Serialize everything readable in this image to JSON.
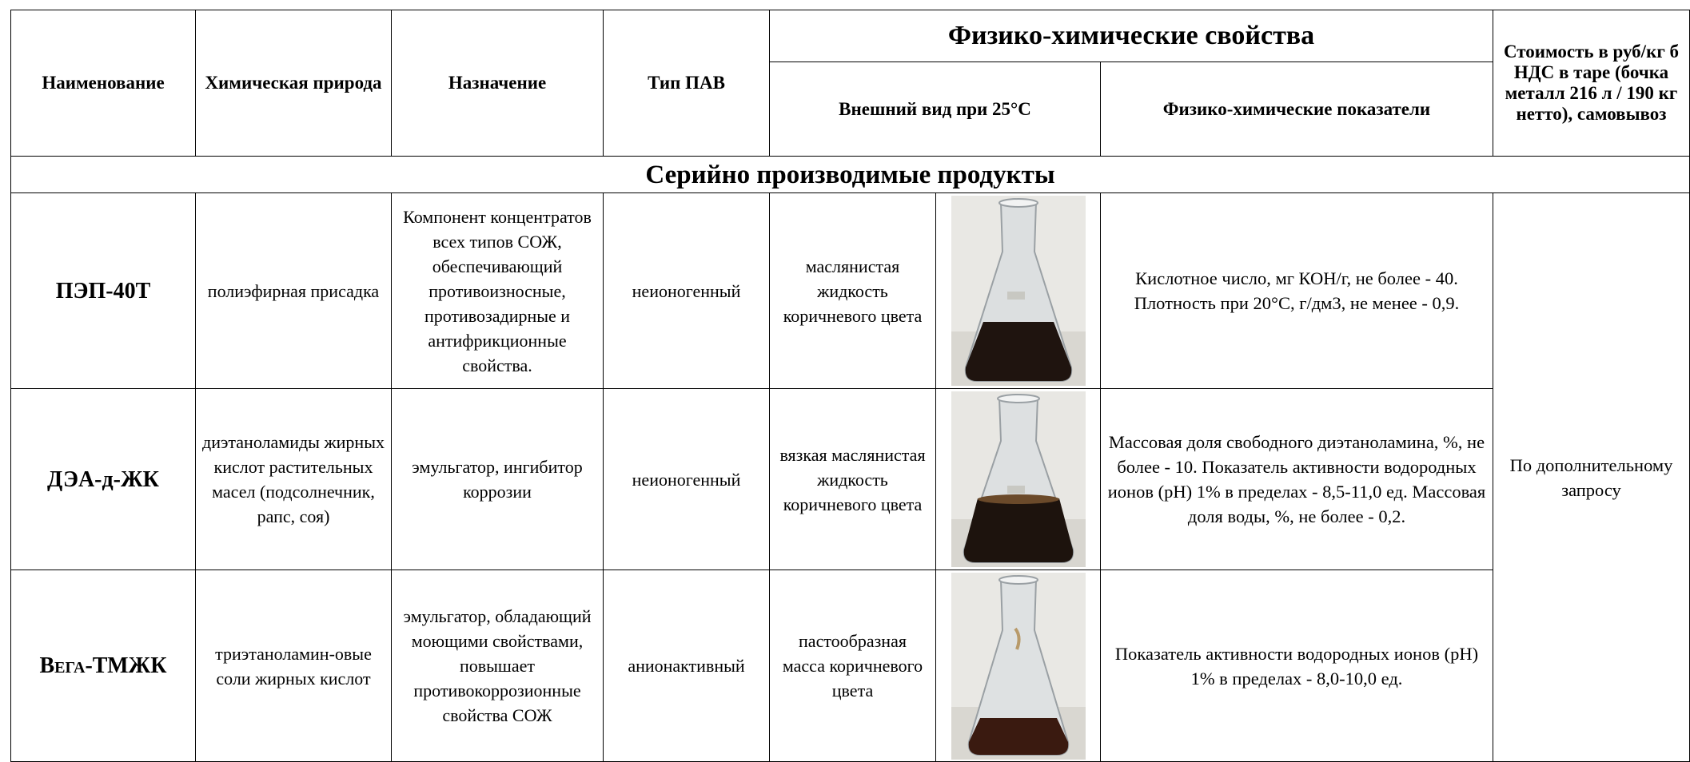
{
  "header": {
    "name": "Наименование",
    "chem": "Химическая природа",
    "purpose": "Назначение",
    "type": "Тип ПАВ",
    "phys_group": "Физико-химические свойства",
    "appearance": "Внешний вид при 25°С",
    "indicators": "Физико-химические показатели",
    "price": "Стоимость в руб/кг б НДС в таре (бочка металл 216 л / 190 кг нетто), самовывоз"
  },
  "section_title": "Серийно производимые продукты",
  "price_value": "По дополнительному запросу",
  "rows": [
    {
      "name": "ПЭП-40Т",
      "chem": "полиэфирная присадка",
      "purpose": "Компонент концентратов всех типов СОЖ, обеспечивающий противоизносные, противозадирные и антифрикционные свойства.",
      "type": "неионогенный",
      "appearance": "маслянистая жидкость коричневого цвета",
      "indicators": "Кислотное число, мг КОН/г, не более - 40. Плотность при 20°С, г/дм3, не менее - 0,9."
    },
    {
      "name": "ДЭА-д-ЖК",
      "chem": "диэтаноламиды жирных кислот растительных масел (подсолнечник, рапс, соя)",
      "purpose": "эмульгатор, ингибитор коррозии",
      "type": "неионогенный",
      "appearance": "вязкая маслянистая жидкость коричневого цвета",
      "indicators": "Массовая доля свободного диэтаноламина, %, не более - 10. Показатель активности водородных ионов (рН) 1% в пределах - 8,5-11,0 ед. Массовая доля воды, %, не более - 0,2."
    },
    {
      "name": "Вега-ТМЖК",
      "chem": "триэтаноламин-овые соли жирных кислот",
      "purpose": "эмульгатор, обладающий моющими свойствами, повышает противокоррозионные свойства СОЖ",
      "type": "анионактивный",
      "appearance": "пастообразная масса коричневого цвета",
      "indicators": "Показатель активности водородных ионов (рН) 1% в пределах - 8,0-10,0 ед."
    }
  ],
  "icons": {
    "photo": "erlenmeyer-flask-photo"
  }
}
